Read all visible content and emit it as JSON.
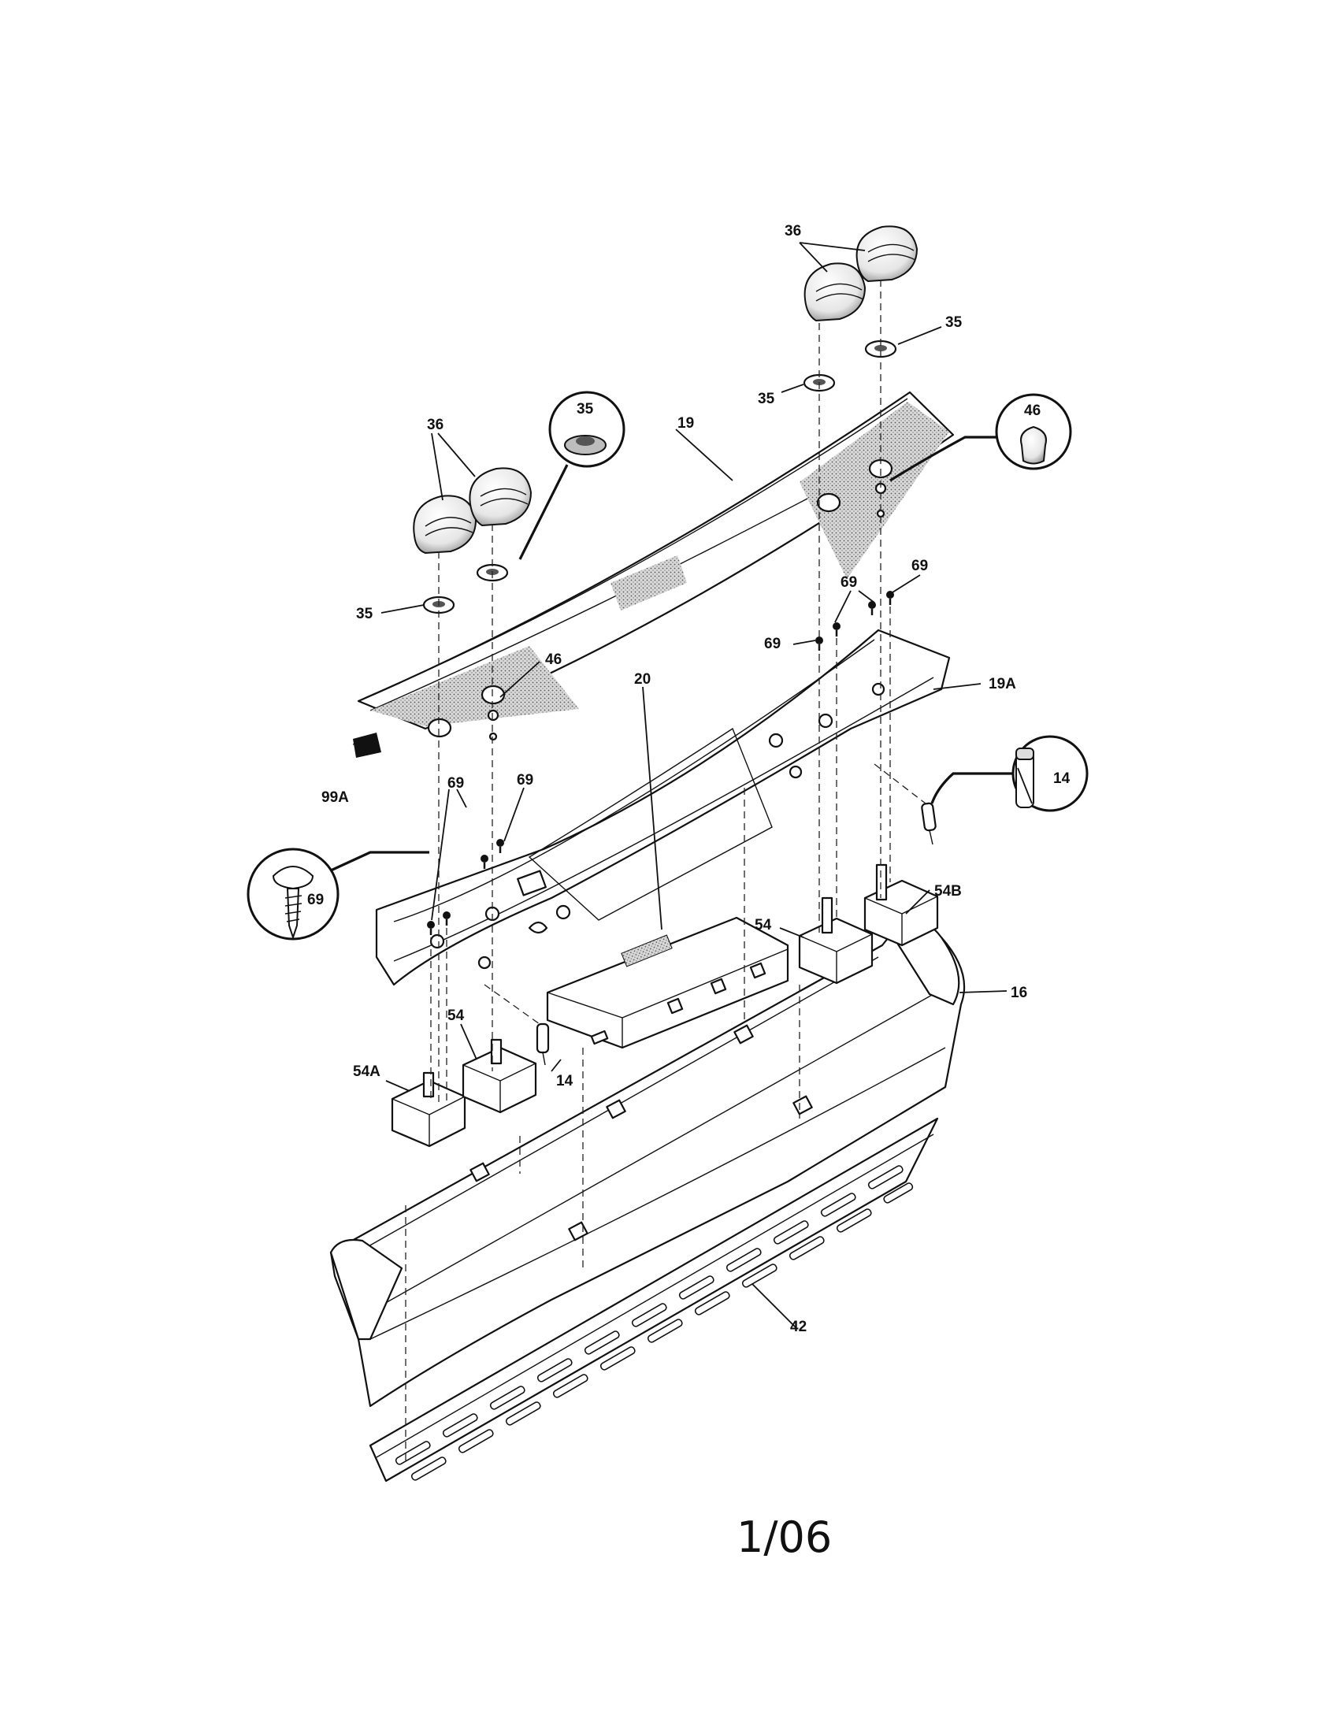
{
  "diagram": {
    "callouts": {
      "c36_tr": "36",
      "c35_tr1": "35",
      "c35_tr2": "35",
      "c46_tr": "46",
      "c19": "19",
      "c69_tr1": "69",
      "c69_tr2": "69",
      "c69_tr3": "69",
      "c19a": "19A",
      "c36_tl": "36",
      "c35_tl_circle": "35",
      "c35_tl": "35",
      "c46_tl": "46",
      "c99a": "99A",
      "c69_l1": "69",
      "c69_l2": "69",
      "c69_circle": "69",
      "c20": "20",
      "c14_circle": "14",
      "c54_r": "54",
      "c54b": "54B",
      "c16": "16",
      "c54_l": "54",
      "c14_l": "14",
      "c54a": "54A",
      "c42": "42"
    }
  },
  "footer": {
    "date_code": "1/06"
  }
}
